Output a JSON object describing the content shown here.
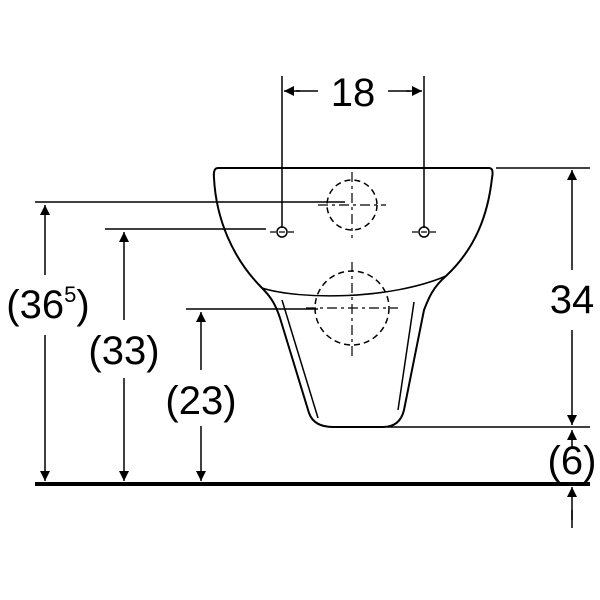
{
  "labels": {
    "spacing": "18",
    "total_height": "34",
    "overall_height_prefix": "(36",
    "overall_height_superscript": "5",
    "overall_height_suffix": ")",
    "rim_height": "(33)",
    "drain_height": "(23)",
    "floor_gap": "(6)"
  },
  "colors": {
    "line": "#000000",
    "background": "#ffffff"
  }
}
